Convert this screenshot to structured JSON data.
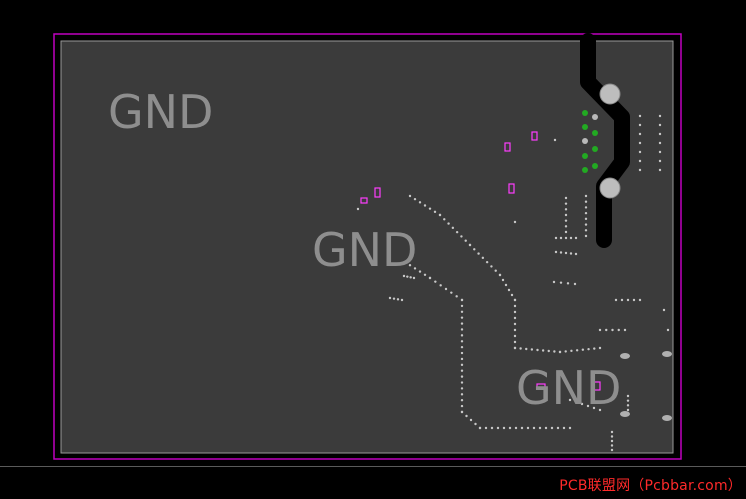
{
  "board": {
    "labels": [
      {
        "id": "gnd-label-1",
        "text": "GND"
      },
      {
        "id": "gnd-label-2",
        "text": "GND"
      },
      {
        "id": "gnd-label-3",
        "text": "GND"
      }
    ],
    "colors": {
      "background": "#000000",
      "copper_pour": "#3b3b3b",
      "board_outline": "#c000c0",
      "pad_magenta": "#ff3cff",
      "via_gray": "#b9b9b9",
      "via_green": "#22aa22",
      "trace_black": "#000000",
      "label_gray": "#8e8e8e"
    }
  },
  "watermark": {
    "text": "PCB联盟网（Pcbbar.com）"
  }
}
